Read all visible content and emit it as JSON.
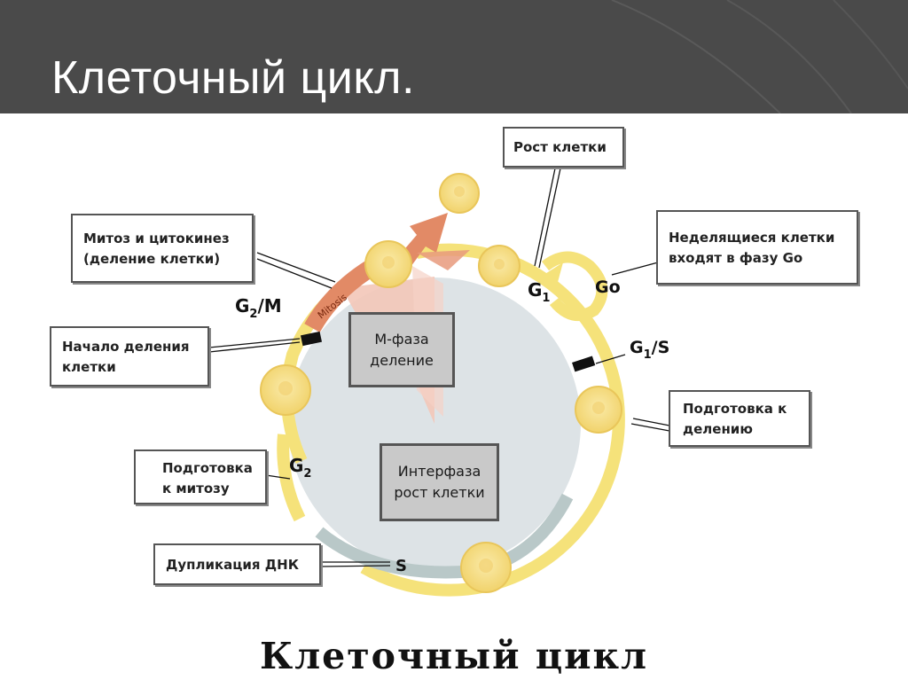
{
  "slide": {
    "title": "Клеточный цикл."
  },
  "diagram": {
    "caption": "Клеточный цикл",
    "phases": {
      "m_phase": [
        "М-фаза",
        "деление"
      ],
      "interphase": [
        "Интерфаза",
        "рост клетки"
      ]
    },
    "arc_label": "Mitosis",
    "checkpoints": {
      "g2m": {
        "main": "G",
        "sub": "2",
        "after": "/M"
      },
      "g1s": {
        "main": "G",
        "sub": "1",
        "after": "/S"
      },
      "g1": {
        "main": "G",
        "sub": "1"
      },
      "g2": {
        "main": "G",
        "sub": "2"
      },
      "go": "Go",
      "s": "S"
    },
    "labels": {
      "cell_growth": [
        "Рост клетки"
      ],
      "non_dividing": [
        "Неделящиеся клетки",
        "входят в фазу Go"
      ],
      "mitosis_cytokinesis": [
        "Митоз и цитокинез",
        "(деление клетки)"
      ],
      "division_start": [
        "Начало деления",
        "клетки"
      ],
      "prep_division": [
        "Подготовка к",
        "делению"
      ],
      "prep_mitosis": [
        "Подготовка",
        "к митозу"
      ],
      "dna_duplication": [
        "Дупликация ДНК"
      ]
    },
    "colors": {
      "ring": "#f5e27a",
      "cell": "#f4dd80",
      "cell_edge": "#e9c65a",
      "interior": "#dde3e6",
      "s_arc": "#b9c8c8",
      "mitosis_arc": "#e28a66",
      "m_wedge": "#f3c6b8"
    }
  }
}
